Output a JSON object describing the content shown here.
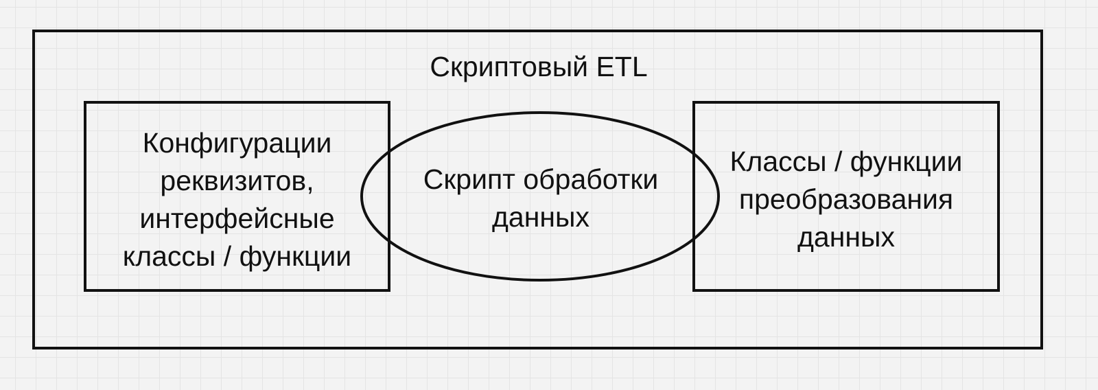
{
  "diagram": {
    "title": "Скриптовый ETL",
    "left_box": {
      "text": "Конфигурации\nреквизитов,\nинтерфейсные\nклассы / функции"
    },
    "center_ellipse": {
      "text": "Скрипт обработки\nданных"
    },
    "right_box": {
      "text": "Классы / функции\nпреобразования\nданных"
    }
  }
}
